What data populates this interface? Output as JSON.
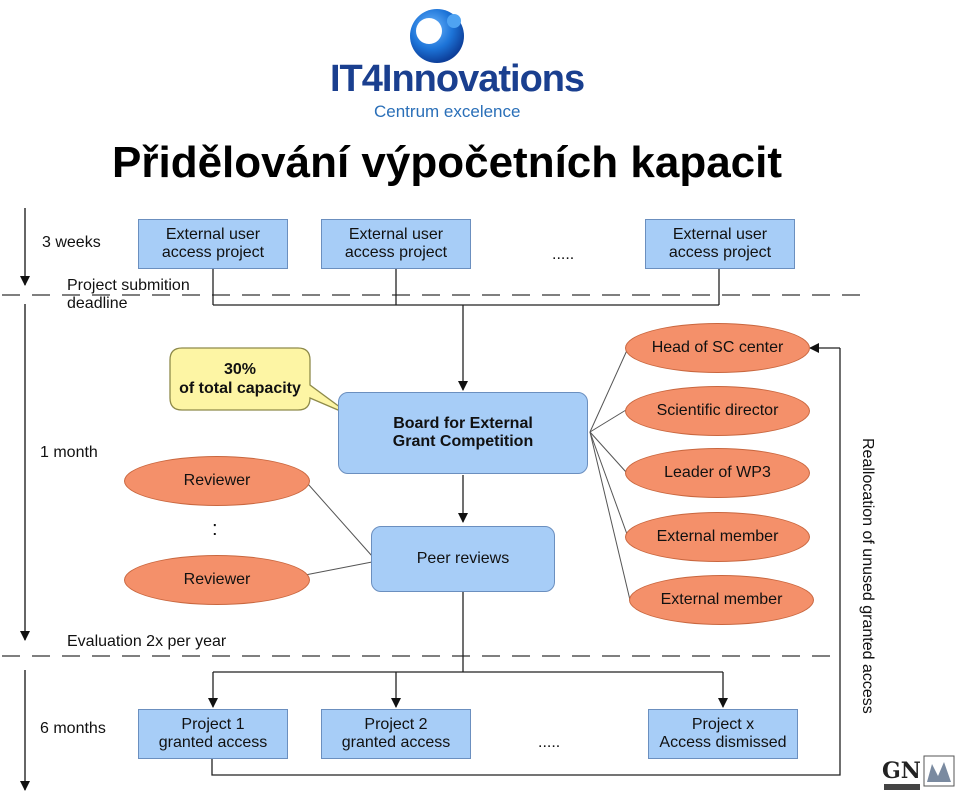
{
  "header": {
    "logo_text": "IT4Innovations",
    "logo_subtitle": "Centrum excelence",
    "title": "Přidělování výpočetních kapacit"
  },
  "timeline": {
    "phase1": "3 weeks",
    "deadline": "Project submition\ndeadline",
    "phase2": "1 month",
    "evaluation": "Evaluation 2x per year",
    "phase3": "6 months"
  },
  "projects_top": [
    {
      "label": "External user\naccess project"
    },
    {
      "label": "External user\naccess project"
    },
    {
      "label": "External user\naccess project"
    }
  ],
  "top_ellipsis": ".....",
  "note": "30%\nof total capacity",
  "board": "Board for External\nGrant Competition",
  "peer": "Peer reviews",
  "reviewers": [
    "Reviewer",
    "Reviewer"
  ],
  "reviewer_dots": ":",
  "members": [
    "Head of SC center",
    "Scientific director",
    "Leader of WP3",
    "External member",
    "External member"
  ],
  "results": [
    {
      "label": "Project 1\ngranted access"
    },
    {
      "label": "Project 2\ngranted access"
    },
    {
      "label": "Project x\nAccess dismissed"
    }
  ],
  "bottom_ellipsis": ".....",
  "reallocation": "Reallocation of unused granted access",
  "colors": {
    "box": "#a7cdf7",
    "ellipse": "#f4906a",
    "note": "#fdf5a4",
    "logo": "#1a3f8f"
  }
}
